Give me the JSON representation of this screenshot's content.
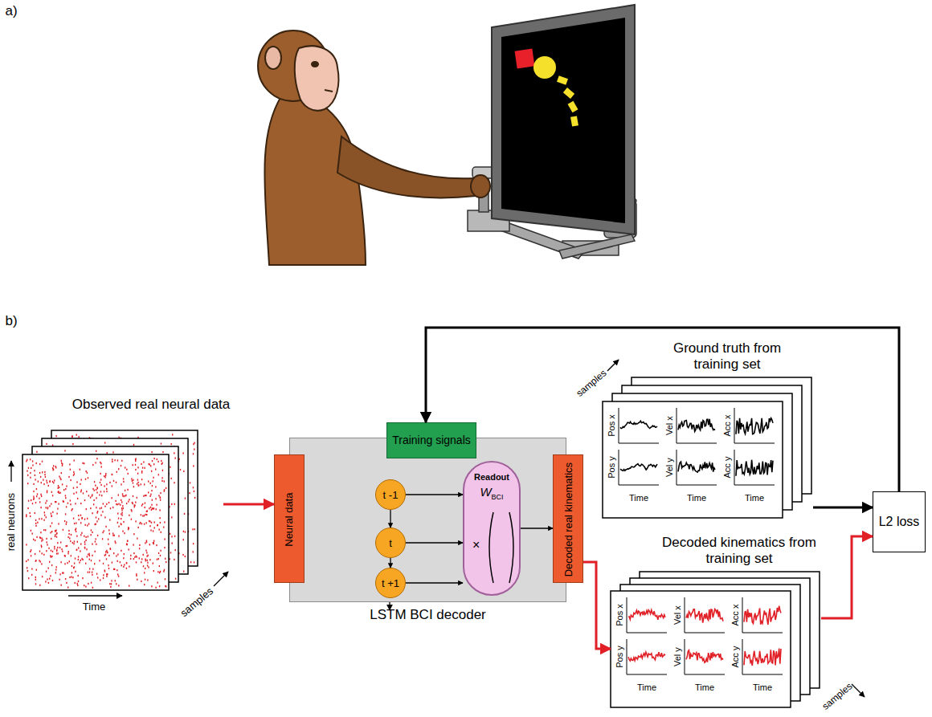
{
  "diagram": {
    "nodes": [
      {
        "text": [
          "Observed real neural data"
        ]
      },
      {
        "text": [
          "LSTM BCI decoder"
        ]
      },
      {
        "text": [
          "Training signals"
        ],
        "in": 1
      },
      {
        "text": [
          "Neural data"
        ],
        "in": 1
      },
      {
        "text": [
          "t -1"
        ],
        "in": 1
      },
      {
        "text": [
          "t"
        ],
        "in": 1
      },
      {
        "text": [
          "t +1"
        ],
        "in": 1
      },
      {
        "text": [
          "Readout",
          "W",
          "BCI",
          "×"
        ],
        "in": 1
      },
      {
        "text": [
          "Decoded real kinematics"
        ],
        "in": 1
      },
      {
        "text": [
          "Ground truth from training set"
        ]
      },
      {
        "text": [
          "Decoded kinematics from training set"
        ]
      },
      {
        "text": [
          "L2 loss"
        ]
      }
    ],
    "edges": [
      {
        "from": 0,
        "to": 3,
        "arrow": "to"
      },
      {
        "from": 4,
        "to": 5,
        "arrow": "to"
      },
      {
        "from": 5,
        "to": 6,
        "arrow": "to"
      },
      {
        "from": 4,
        "to": 7,
        "arrow": "to"
      },
      {
        "from": 5,
        "to": 7,
        "arrow": "to"
      },
      {
        "from": 6,
        "to": 7,
        "arrow": "to"
      },
      {
        "from": 7,
        "to": 8,
        "arrow": "to"
      },
      {
        "from": 8,
        "to": 10,
        "arrow": "to"
      },
      {
        "from": 9,
        "to": 11,
        "arrow": "to"
      },
      {
        "from": 10,
        "to": 11,
        "arrow": "to"
      },
      {
        "from": 11,
        "to": 2,
        "arrow": "to"
      }
    ],
    "labels": [
      "a)",
      "b)",
      "real neurons",
      "Time",
      "samples",
      "samples",
      "Pos x",
      "Pos y",
      "Vel x",
      "Vel y",
      "Acc x",
      "Acc y",
      "Time",
      "Time",
      "Time",
      "Pos x",
      "Pos y",
      "Vel x",
      "Vel y",
      "Acc x",
      "Acc y",
      "Time",
      "Time",
      "Time",
      "samples"
    ]
  }
}
